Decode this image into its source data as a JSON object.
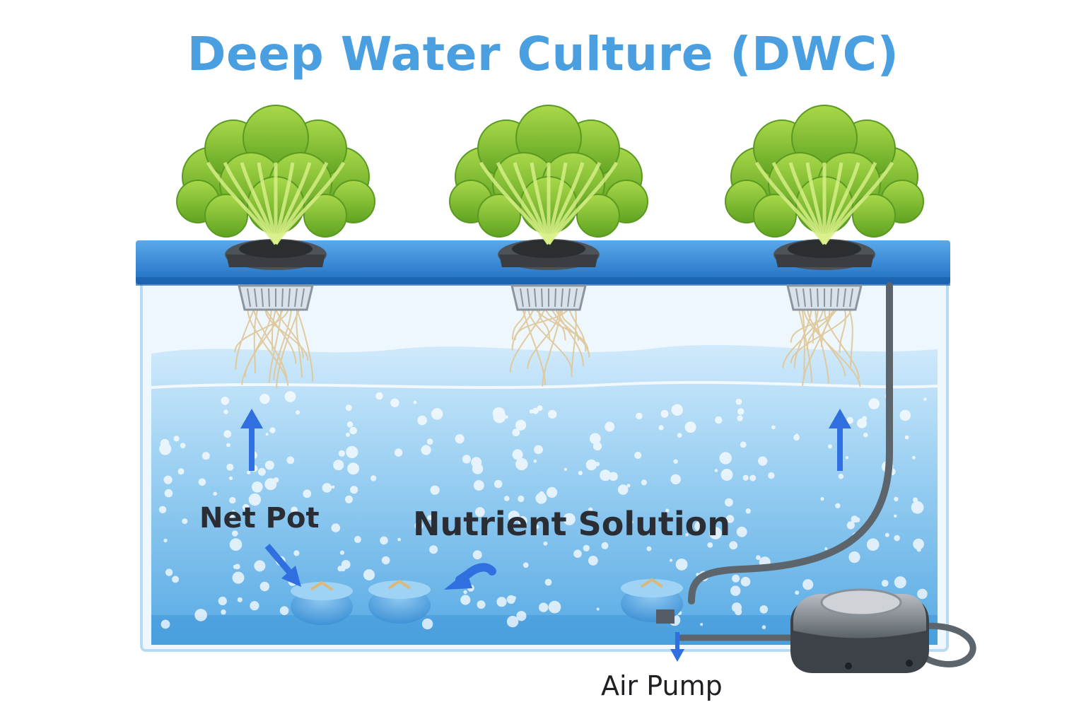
{
  "title": "Deep Water Culture (DWC)",
  "labels": {
    "net_pot": "Net Pot",
    "nutrient_solution": "Nutrient Solution",
    "air_pump": "Air Pump"
  },
  "icons": [
    "lettuce-plant-icon",
    "net-pot-icon",
    "air-stone-icon",
    "air-pump-icon",
    "arrow-up-icon",
    "arrow-down-icon"
  ],
  "colors": {
    "title": "#4a9fe0",
    "lid": "#2f84d4",
    "water": "#8cc8f0",
    "leaf": "#8cc63f",
    "arrow": "#2f6fe0",
    "pump": "#5e646c"
  }
}
